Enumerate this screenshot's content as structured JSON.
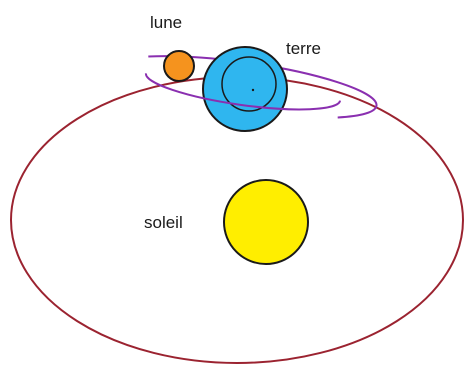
{
  "labels": {
    "moon": "lune",
    "earth": "terre",
    "sun": "soleil"
  },
  "colors": {
    "earth_orbit": "#9b2330",
    "moon_orbit": "#8a2fb0",
    "sun_fill": "#ffee00",
    "earth_fill": "#2fb6ef",
    "moon_fill": "#f5931e",
    "outline": "#1a1a1a"
  }
}
